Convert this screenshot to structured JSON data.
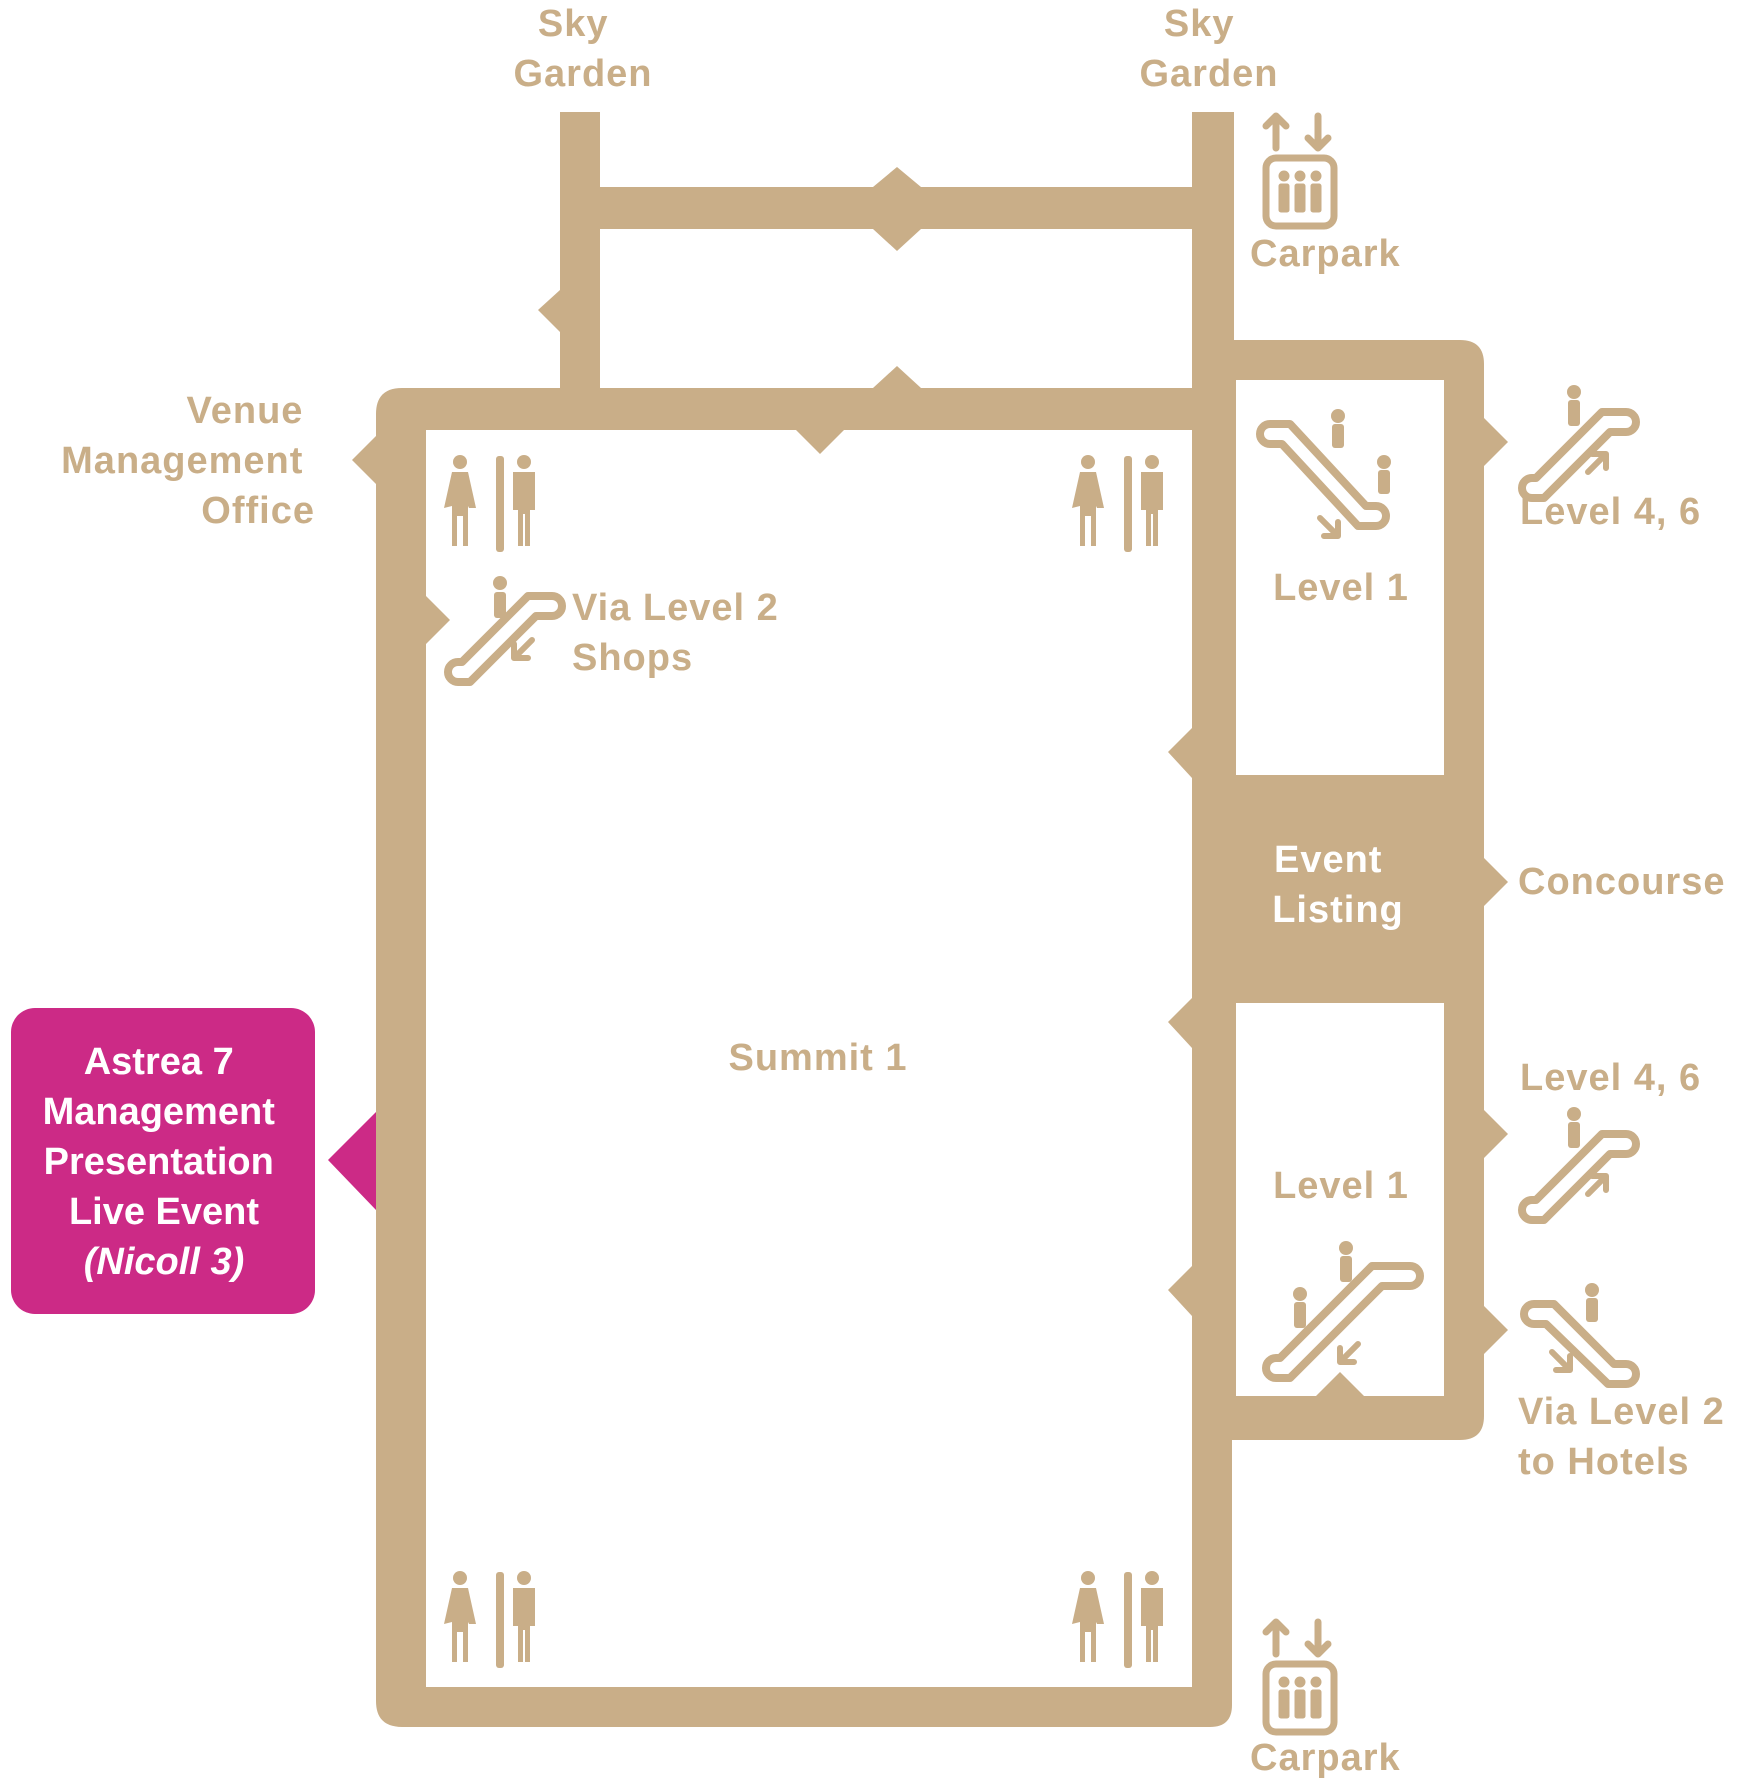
{
  "colors": {
    "corridor": "#c9ae88",
    "highlight": "#cc2a86",
    "background": "#ffffff",
    "text_on_highlight": "#ffffff"
  },
  "labels": {
    "sky_garden_left": [
      "Sky",
      "Garden"
    ],
    "sky_garden_right": [
      "Sky",
      "Garden"
    ],
    "carpark_top": "Carpark",
    "carpark_bottom": "Carpark",
    "venue_management_office": [
      "Venue",
      "Management",
      "Office"
    ],
    "via_level2_shops": [
      "Via Level 2",
      "Shops"
    ],
    "level_1_upper": "Level 1",
    "level_1_lower": "Level 1",
    "level_4_6_upper": "Level 4, 6",
    "level_4_6_lower": "Level 4, 6",
    "event_listing": [
      "Event",
      "Listing"
    ],
    "concourse": "Concourse",
    "summit_1": "Summit 1",
    "via_level2_hotels": [
      "Via Level 2",
      "to Hotels"
    ]
  },
  "highlight_event": {
    "lines": [
      "Astrea 7",
      "Management",
      "Presentation",
      "Live Event"
    ],
    "room": "(Nicoll  3)"
  },
  "icons": [
    "restroom-icon",
    "escalator-up-icon",
    "escalator-down-icon",
    "lift-icon",
    "direction-arrow-icon"
  ]
}
